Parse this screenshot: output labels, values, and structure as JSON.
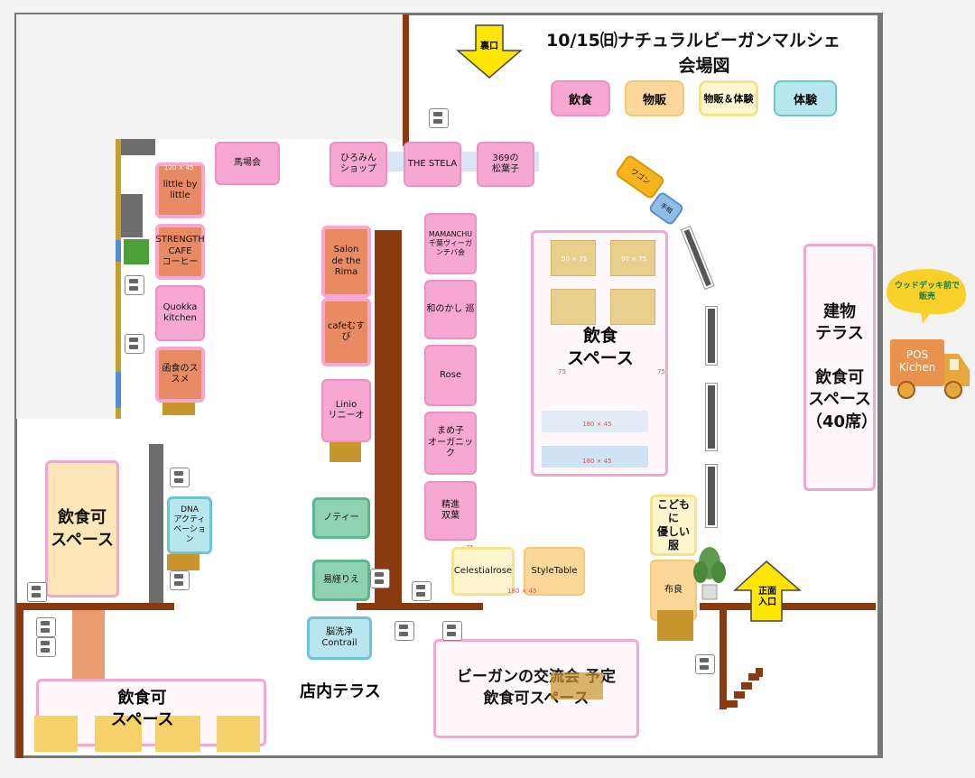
{
  "title": {
    "line1": "10/15㈰ナチュラルビーガンマルシェ",
    "line2": "会場図"
  },
  "legend": {
    "food": "飲食",
    "goods": "物販",
    "goods_exp": "物販＆体験",
    "exp": "体験"
  },
  "entrances": {
    "back": "裏口",
    "front": "正面\n入口"
  },
  "booths": {
    "baba": "馬場会",
    "little": "little by little",
    "strength": "STRENGTH\nCAFE\nコーヒー",
    "quokka": "Quokka\nkitchen",
    "hakodate": "函食のススメ",
    "hiromin": "ひろみん\nショップ",
    "stela": "THE STELA",
    "shoyo": "369の\n松葉子",
    "salon": "Salon\nde the\nRima",
    "musubi": "cafeむすび",
    "linio": "Linio\nリニーオ",
    "mamanchu": "MAMANCHU\n千葉ヴィーガンチバ会",
    "wanokashi": "和のかし 巡",
    "rose": "Rose",
    "mameko": "まめ子\nオーガニック",
    "shojin": "精進\n双葉",
    "celestial": "Celestialrose",
    "styletable": "StyleTable",
    "notee": "ノティー",
    "ekikyo": "易経りえ",
    "noosen": "脳洗浄 Contrail",
    "dna": "DNA\nアクティ\nベーション",
    "kodomo": "こどもに\n優しい服",
    "nunoryo": "布良",
    "wagon": "ワゴン",
    "small_blue": "手相"
  },
  "zones": {
    "tatemono": "建物\nテラス\n\n飲食可\nスペース\n（40席）",
    "inshoku_center": "飲食\nスペース",
    "inshoku_left": "飲食可\nスペース",
    "inshoku_bottom": "飲食可\nスペース",
    "tennai": "店内テラス",
    "kouryu": "ビーガンの交流会 予定\n飲食可スペース"
  },
  "truck": {
    "bubble": "ウッドデッキ前で\n販売",
    "name": "POS\nKichen"
  },
  "dims": {
    "a": "120 × 45",
    "b": "180 × 45",
    "c": "90 × 75",
    "d": "75"
  },
  "colors": {
    "pink": "#f6a8d2",
    "orange": "#fbd79a",
    "yellow": "#fff6cf",
    "blue": "#b7e6ee",
    "wall": "#8a3a0e"
  }
}
